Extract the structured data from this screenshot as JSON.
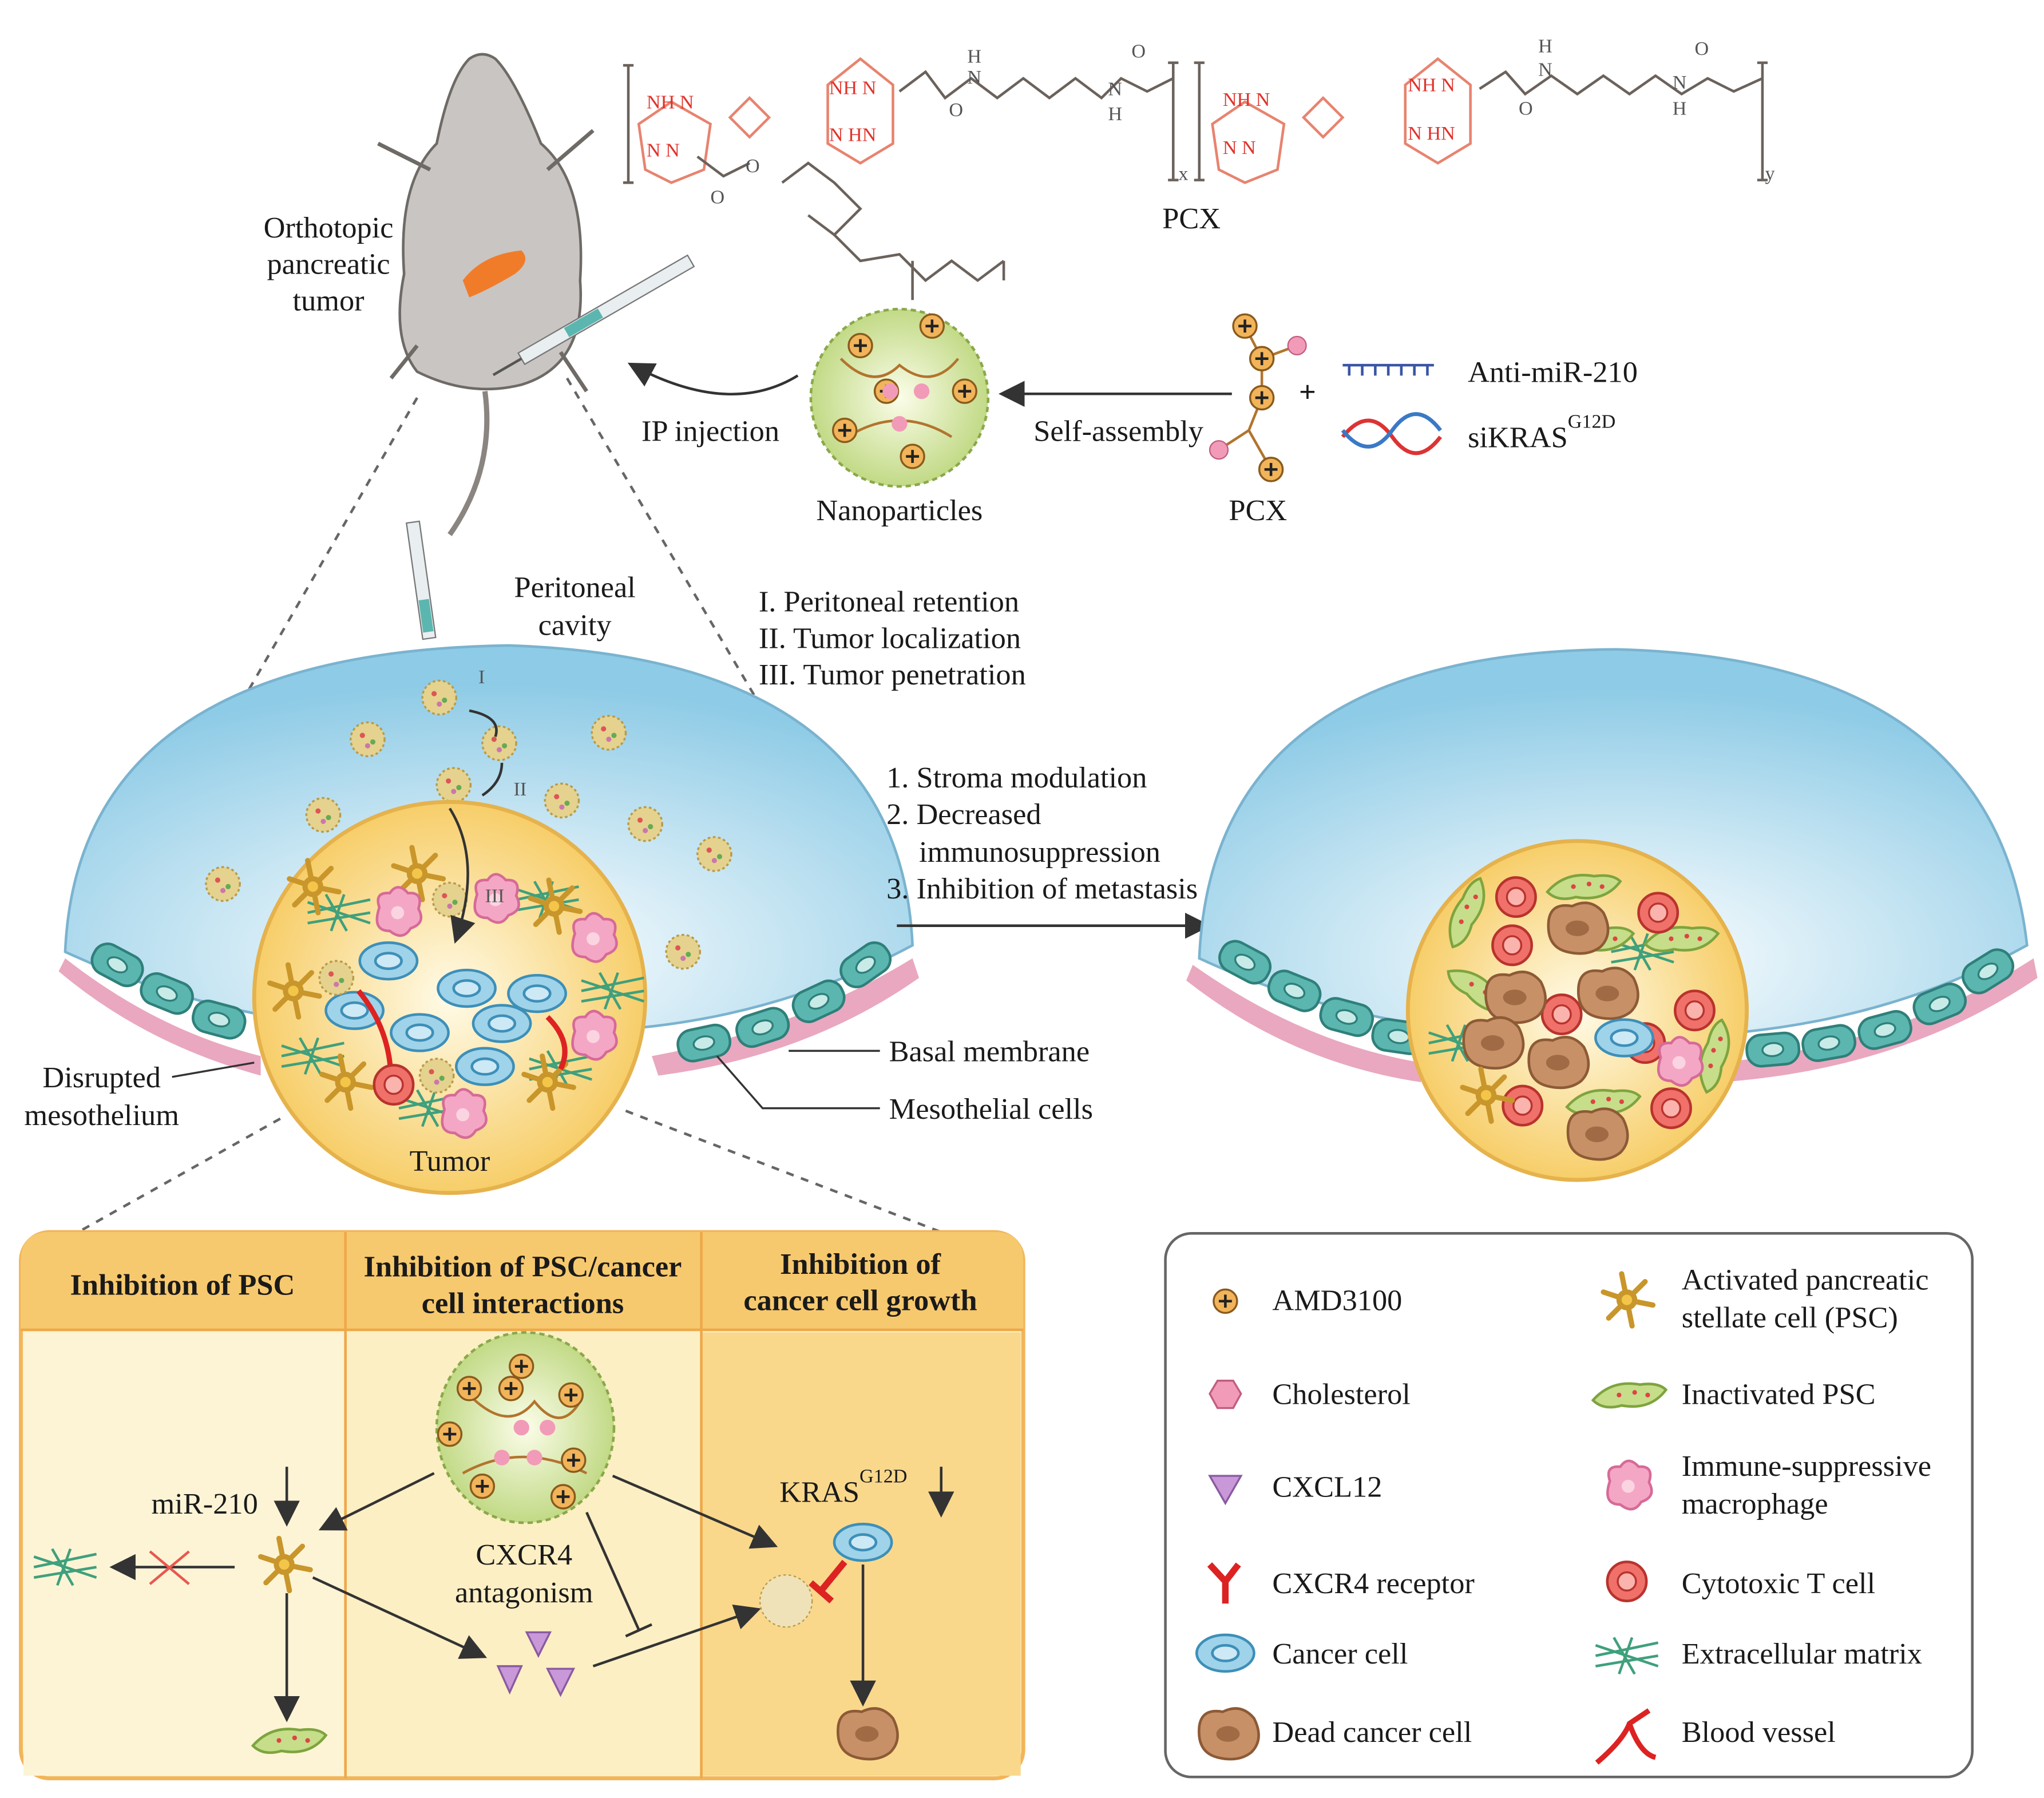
{
  "mouse": {
    "label": [
      "Orthotopic",
      "pancreatic",
      "tumor"
    ]
  },
  "polymer": {
    "label": "PCX",
    "subscript_x": "x",
    "subscript_y": "y",
    "atoms": {
      "nhn": "NH N",
      "nn": "N   N",
      "nhhn": "N HN",
      "h": "H",
      "n": "N",
      "o": "O"
    }
  },
  "assembly": {
    "nanoparticles": "Nanoparticles",
    "ip_injection": "IP injection",
    "self_assembly": "Self-assembly",
    "pcx": "PCX",
    "plus": "+",
    "anti_mir": "Anti-miR-210",
    "sikras": "siKRAS",
    "sikras_sup": "G12D"
  },
  "peritoneal": {
    "label": [
      "Peritoneal",
      "cavity"
    ],
    "roman": [
      "I",
      "II",
      "III"
    ]
  },
  "steps": [
    "I. Peritoneal retention",
    "II. Tumor localization",
    "III. Tumor penetration"
  ],
  "left_labels": {
    "tumor": "Tumor",
    "disrupted": [
      "Disrupted",
      "mesothelium"
    ],
    "basal": "Basal membrane",
    "mesothelial": "Mesothelial cells"
  },
  "outcomes": [
    "1. Stroma modulation",
    "2. Decreased",
    "immunosuppression",
    "3. Inhibition of metastasis"
  ],
  "mechanism_panel": {
    "headers": [
      [
        "Inhibition of PSC"
      ],
      [
        "Inhibition of PSC/cancer",
        "cell interactions"
      ],
      [
        "Inhibition of",
        "cancer cell growth"
      ]
    ],
    "mir": "miR-210",
    "cxcr4": [
      "CXCR4",
      "antagonism"
    ],
    "kras": "KRAS",
    "kras_sup": "G12D"
  },
  "legend": {
    "left": [
      {
        "icon": "amd3100-icon",
        "label": [
          "AMD3100"
        ]
      },
      {
        "icon": "cholesterol-icon",
        "label": [
          "Cholesterol"
        ]
      },
      {
        "icon": "cxcl12-icon",
        "label": [
          "CXCL12"
        ]
      },
      {
        "icon": "cxcr4-receptor-icon",
        "label": [
          "CXCR4 receptor"
        ]
      },
      {
        "icon": "cancer-cell-icon",
        "label": [
          "Cancer cell"
        ]
      },
      {
        "icon": "dead-cancer-cell-icon",
        "label": [
          "Dead cancer cell"
        ]
      }
    ],
    "right": [
      {
        "icon": "activated-psc-icon",
        "label": [
          "Activated pancreatic",
          "stellate cell (PSC)"
        ]
      },
      {
        "icon": "inactivated-psc-icon",
        "label": [
          "Inactivated PSC"
        ]
      },
      {
        "icon": "macrophage-icon",
        "label": [
          "Immune-suppressive",
          "macrophage"
        ]
      },
      {
        "icon": "cytotoxic-t-cell-icon",
        "label": [
          "Cytotoxic T cell"
        ]
      },
      {
        "icon": "ecm-icon",
        "label": [
          "Extracellular matrix"
        ]
      },
      {
        "icon": "blood-vessel-icon",
        "label": [
          "Blood vessel"
        ]
      }
    ]
  },
  "colors": {
    "dome": "#a9d8ec",
    "tumor": "#f9d77e",
    "cancer_cell": "#9fd3ea",
    "nanoparticle": "#cfe29a",
    "panel_header": "#f7c96e",
    "panel_bg": "#fcefc4",
    "membrane": "#e9a8bf",
    "mesothelial": "#5bb6b0",
    "amine_red": "#e0332b"
  }
}
